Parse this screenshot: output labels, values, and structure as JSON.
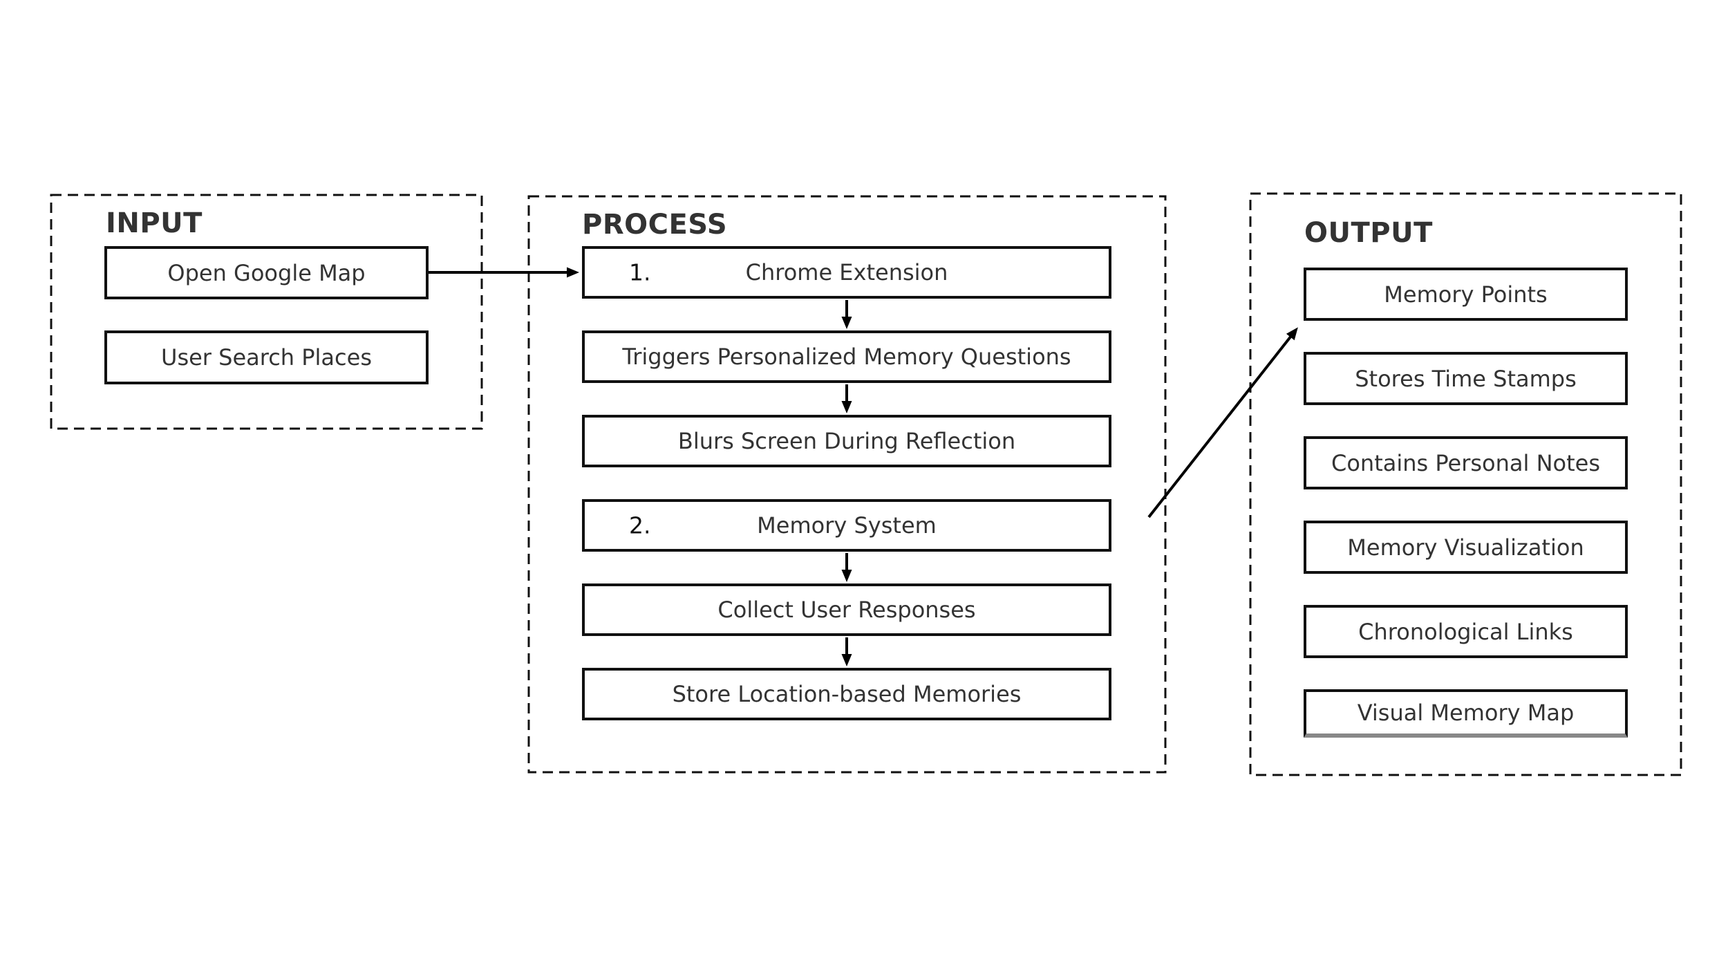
{
  "diagram": {
    "title": "Input-Process-Output flowchart",
    "colors": {
      "box_border": "#111111",
      "label_text": "#333333",
      "number_text": "#111111",
      "arrow": "#000000",
      "gray_accent": "#888888",
      "background": "#ffffff"
    },
    "input": {
      "title": "INPUT",
      "boxes": [
        {
          "label": "Open Google Map"
        },
        {
          "label": "User Search Places"
        }
      ]
    },
    "process": {
      "title": "PROCESS",
      "steps": [
        {
          "number": "1.",
          "label": "Chrome Extension"
        },
        {
          "label": "Triggers Personalized Memory Questions"
        },
        {
          "label": "Blurs Screen During Reflection"
        },
        {
          "number": "2.",
          "label": "Memory System"
        },
        {
          "label": "Collect User Responses"
        },
        {
          "label": "Store Location-based Memories"
        }
      ]
    },
    "output": {
      "title": "OUTPUT",
      "boxes": [
        {
          "label": "Memory Points"
        },
        {
          "label": "Stores Time Stamps"
        },
        {
          "label": "Contains Personal Notes"
        },
        {
          "label": "Memory Visualization"
        },
        {
          "label": "Chronological Links"
        },
        {
          "label": "Visual Memory Map"
        }
      ]
    }
  }
}
